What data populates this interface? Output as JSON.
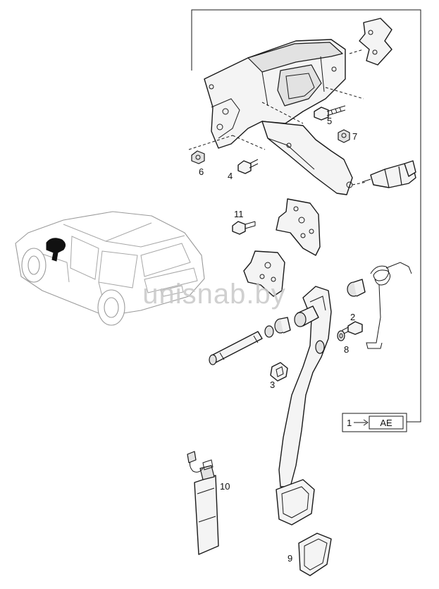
{
  "diagram": {
    "callouts": [
      {
        "id": "c1",
        "text": "1"
      },
      {
        "id": "c2",
        "text": "2"
      },
      {
        "id": "c3",
        "text": "3"
      },
      {
        "id": "c4",
        "text": "4"
      },
      {
        "id": "c5",
        "text": "5"
      },
      {
        "id": "c6",
        "text": "6"
      },
      {
        "id": "c7",
        "text": "7"
      },
      {
        "id": "c8",
        "text": "8"
      },
      {
        "id": "c9",
        "text": "9"
      },
      {
        "id": "c10",
        "text": "10"
      },
      {
        "id": "c11",
        "text": "11"
      }
    ],
    "assembly_code": "AE",
    "watermark": "unisnab.by",
    "colors": {
      "line": "#1a1a1a",
      "car_outline": "#9a9a9a",
      "watermark": "#c8c8c8",
      "highlight": "#111111"
    }
  }
}
